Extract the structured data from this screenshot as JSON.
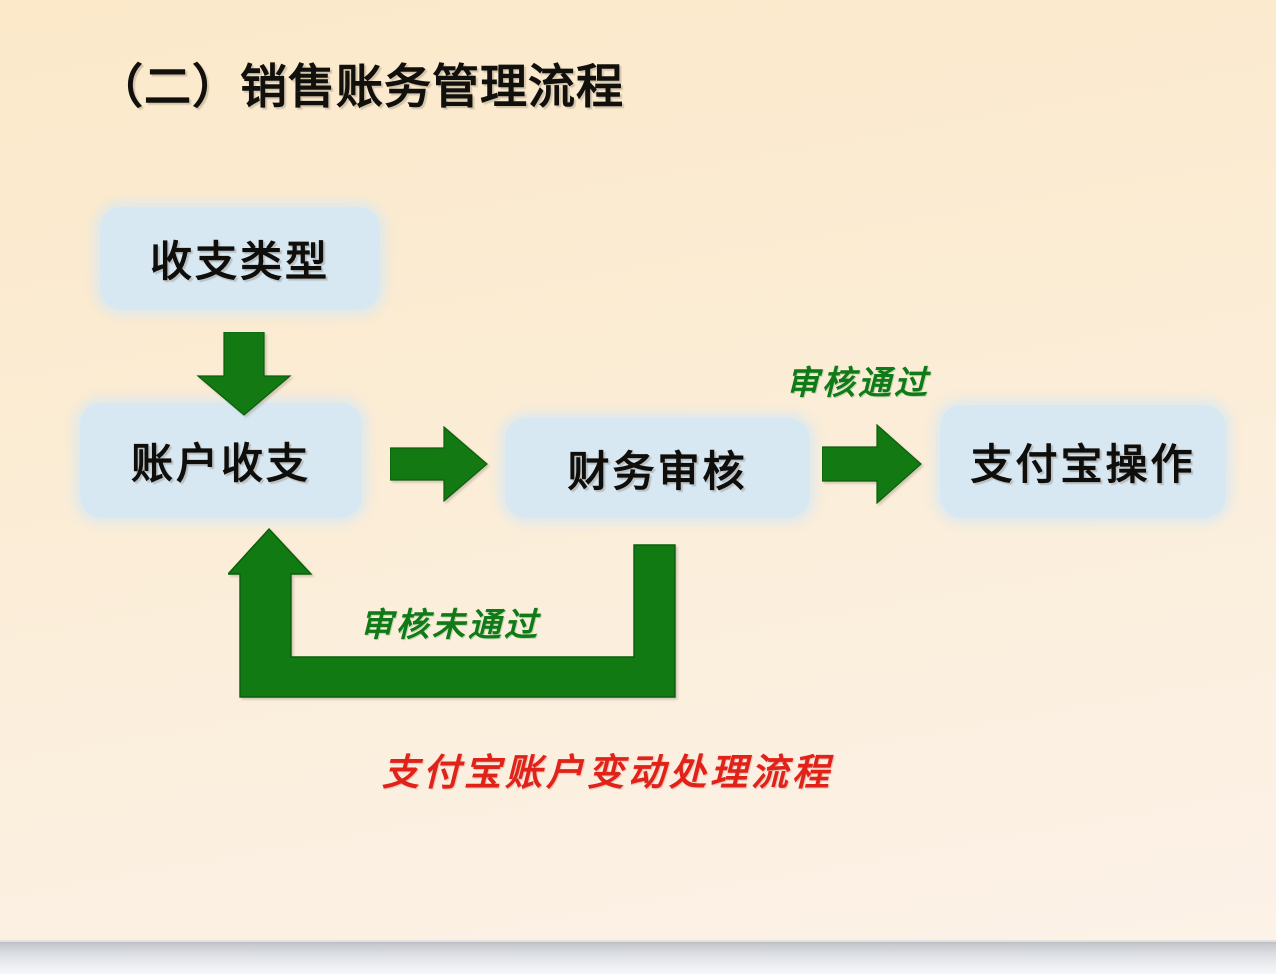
{
  "slide": {
    "title": "（二）销售账务管理流程",
    "background_color": "#fbecd4",
    "footer_strip_color": "#dcdee2"
  },
  "diagram": {
    "box_fill_color": "#d8e8f2",
    "arrow_color": "#137a13",
    "loop_arrow_color": "#127a12",
    "boxes": [
      {
        "id": "income-type",
        "label": "收支类型"
      },
      {
        "id": "account-flow",
        "label": "账户收支"
      },
      {
        "id": "finance-audit",
        "label": "财务审核"
      },
      {
        "id": "alipay-op",
        "label": "支付宝操作"
      }
    ],
    "arrows": [
      {
        "id": "down",
        "direction": "down",
        "from": "收支类型",
        "to": "账户收支",
        "label": ""
      },
      {
        "id": "right-1",
        "direction": "right",
        "from": "账户收支",
        "to": "财务审核",
        "label": ""
      },
      {
        "id": "right-2",
        "direction": "right",
        "from": "财务审核",
        "to": "支付宝操作",
        "label": "审核通过"
      },
      {
        "id": "feedback-loop",
        "direction": "loop",
        "from": "财务审核",
        "to": "账户收支",
        "label": "审核未通过"
      }
    ],
    "labels": {
      "audit_passed": "审核通过",
      "audit_failed": "审核未通过",
      "audit_label_color": "#0f7a16"
    },
    "caption": "支付宝账户变动处理流程",
    "caption_color": "#e12219"
  }
}
